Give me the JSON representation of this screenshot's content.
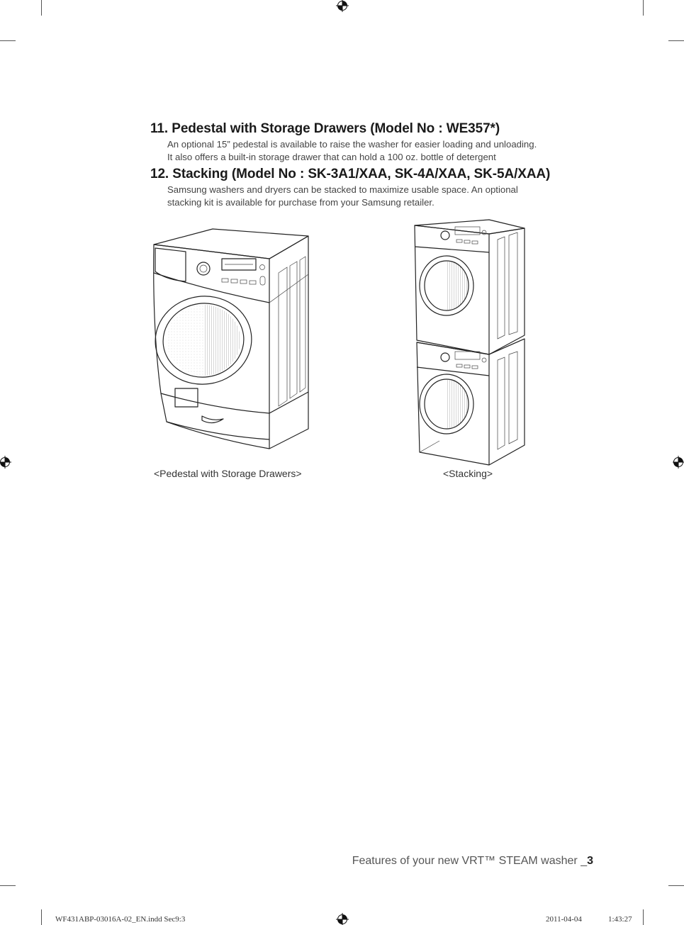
{
  "sections": [
    {
      "heading": "11. Pedestal with Storage Drawers (Model No : WE357*)",
      "lines": [
        "An optional 15” pedestal is available to raise the washer for easier loading and unloading.",
        "It also offers a built-in storage drawer that can hold a 100 oz. bottle of detergent"
      ]
    },
    {
      "heading": "12. Stacking (Model No : SK-3A1/XAA, SK-4A/XAA, SK-5A/XAA)",
      "lines": [
        "Samsung washers and dryers can be stacked to maximize usable space. An optional",
        "stacking kit is available for purchase from your Samsung retailer."
      ]
    }
  ],
  "figures": [
    {
      "caption": "<Pedestal with Storage Drawers>",
      "illustration": "washer-on-pedestal"
    },
    {
      "caption": "<Stacking>",
      "illustration": "stacked-washer-dryer"
    }
  ],
  "footer": {
    "title_prefix": "Features of your new VRT™ STEAM washer _",
    "page_number": "3"
  },
  "print_slug": {
    "filename": "WF431ABP-03016A-02_EN.indd   Sec9:3",
    "date": "2011-04-04",
    "time": "1:43:27"
  },
  "registration_marks": [
    "registration-mark-icon"
  ]
}
